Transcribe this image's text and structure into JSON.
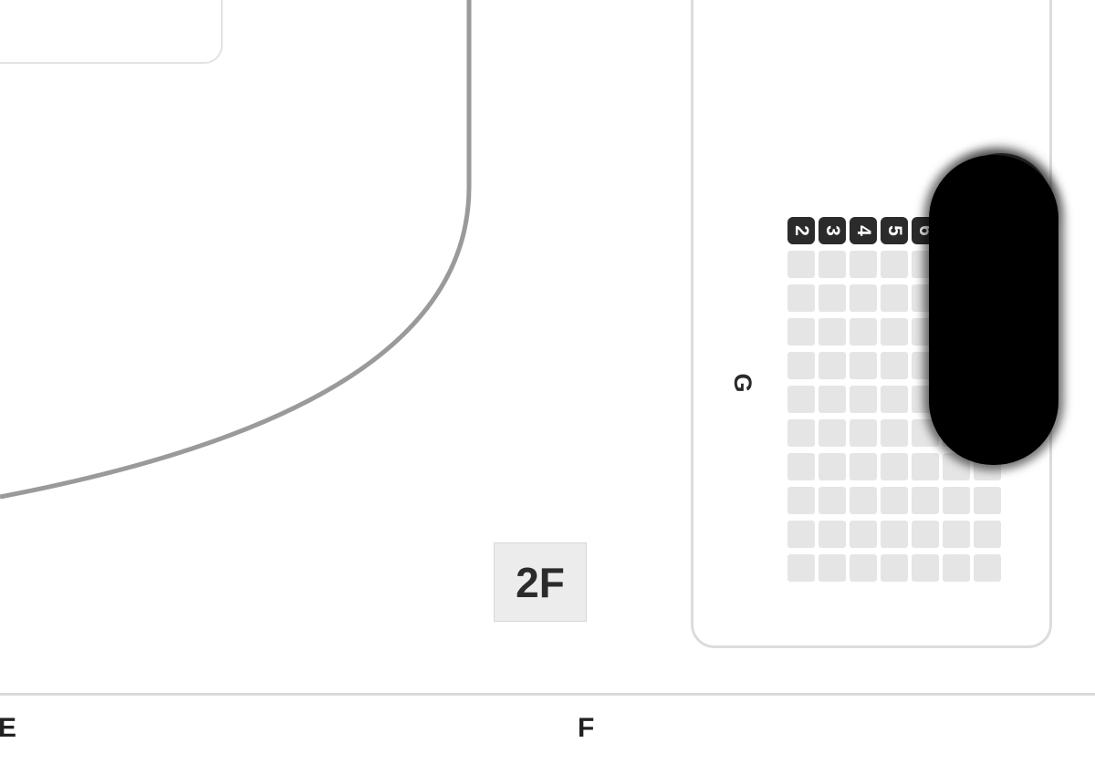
{
  "section": {
    "label": "G",
    "columns": [
      "2",
      "3",
      "4",
      "5",
      "6",
      "",
      ""
    ],
    "seat_rows": 10,
    "seat_cols": 7
  },
  "floor": {
    "label": "2F"
  },
  "zones": {
    "left": "E",
    "center": "F"
  },
  "colors": {
    "seat": "#e5e5e5",
    "column_header": "#2b2b2b",
    "outline": "#9a9a9a"
  }
}
